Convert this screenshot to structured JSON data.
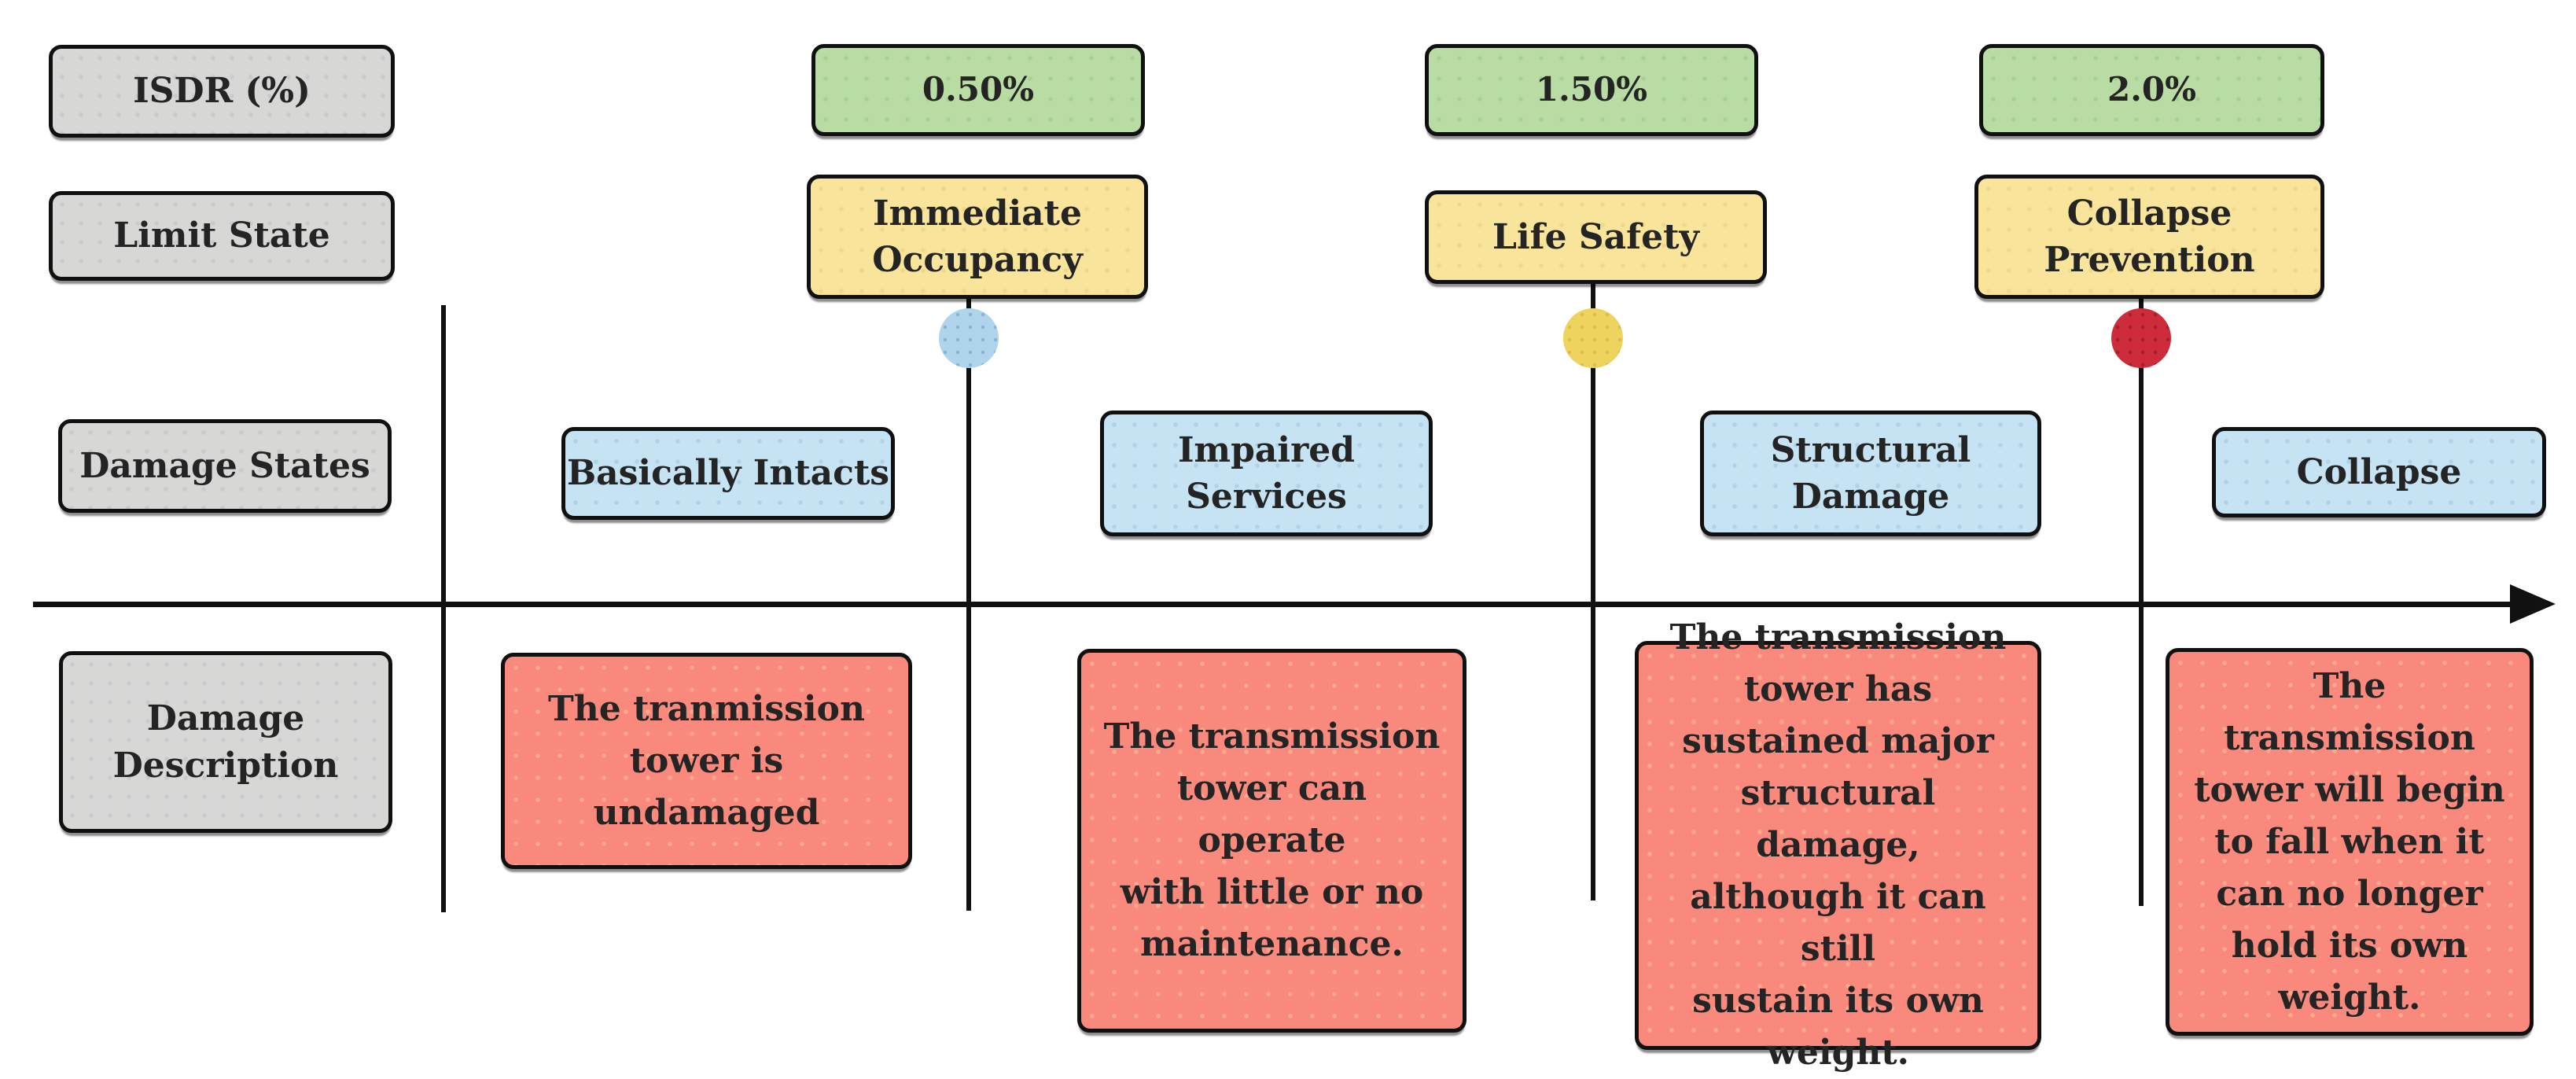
{
  "diagram": {
    "row_labels": {
      "isdr": "ISDR (%)",
      "limit_state": "Limit State",
      "damage_states": "Damage States",
      "damage_description": "Damage\nDescription"
    },
    "isdr_values": [
      "0.50%",
      "1.50%",
      "2.0%"
    ],
    "limit_states": [
      "Immediate\nOccupancy",
      "Life Safety",
      "Collapse\nPrevention"
    ],
    "damage_states": [
      "Basically Intacts",
      "Impaired\nServices",
      "Structural\nDamage",
      "Collapse"
    ],
    "damage_descriptions": [
      "The tranmission\ntower is undamaged",
      "The transmission\ntower can operate\nwith little or no\nmaintenance.",
      "The transmission\ntower has\nsustained major\nstructural damage,\nalthough it can still\nsustain its own\nweight.",
      "The transmission\ntower will begin\nto fall when it\ncan no longer\nhold its own\nweight."
    ],
    "colors": {
      "label_gray": "#d7d7d6",
      "isdr_green": "#b8dca3",
      "limit_state_yellow": "#f8e49a",
      "damage_state_blue": "#c5e3f3",
      "description_red": "#f9897c",
      "marker_immediate_occupancy": "#b0d4ec",
      "marker_life_safety": "#efd35f",
      "marker_collapse_prevention": "#cd2c3b",
      "line_black": "#111111"
    }
  }
}
